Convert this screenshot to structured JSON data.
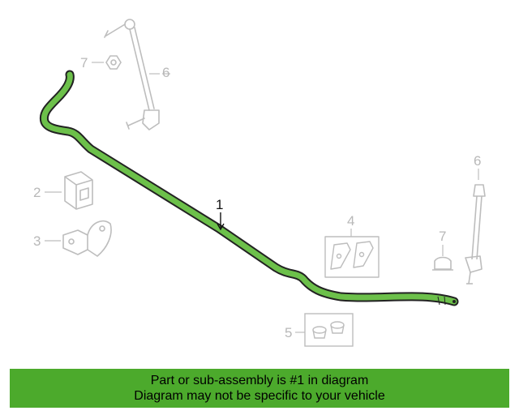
{
  "callouts": {
    "stabilizer_bar": "1",
    "bracket_upper": "2",
    "bracket_lower": "3",
    "bushing_set_box": "4",
    "grommet_box": "5",
    "link_left": "6",
    "link_right": "6",
    "nut_left": "7",
    "nut_right": "7"
  },
  "colors": {
    "highlight_part": "#6cc04a",
    "faint_part": "#bdbdbd",
    "banner": "#4caa2c"
  },
  "banner": {
    "line1": "Part or sub-assembly is #1 in diagram",
    "line2": "Diagram may not be specific to your vehicle"
  }
}
